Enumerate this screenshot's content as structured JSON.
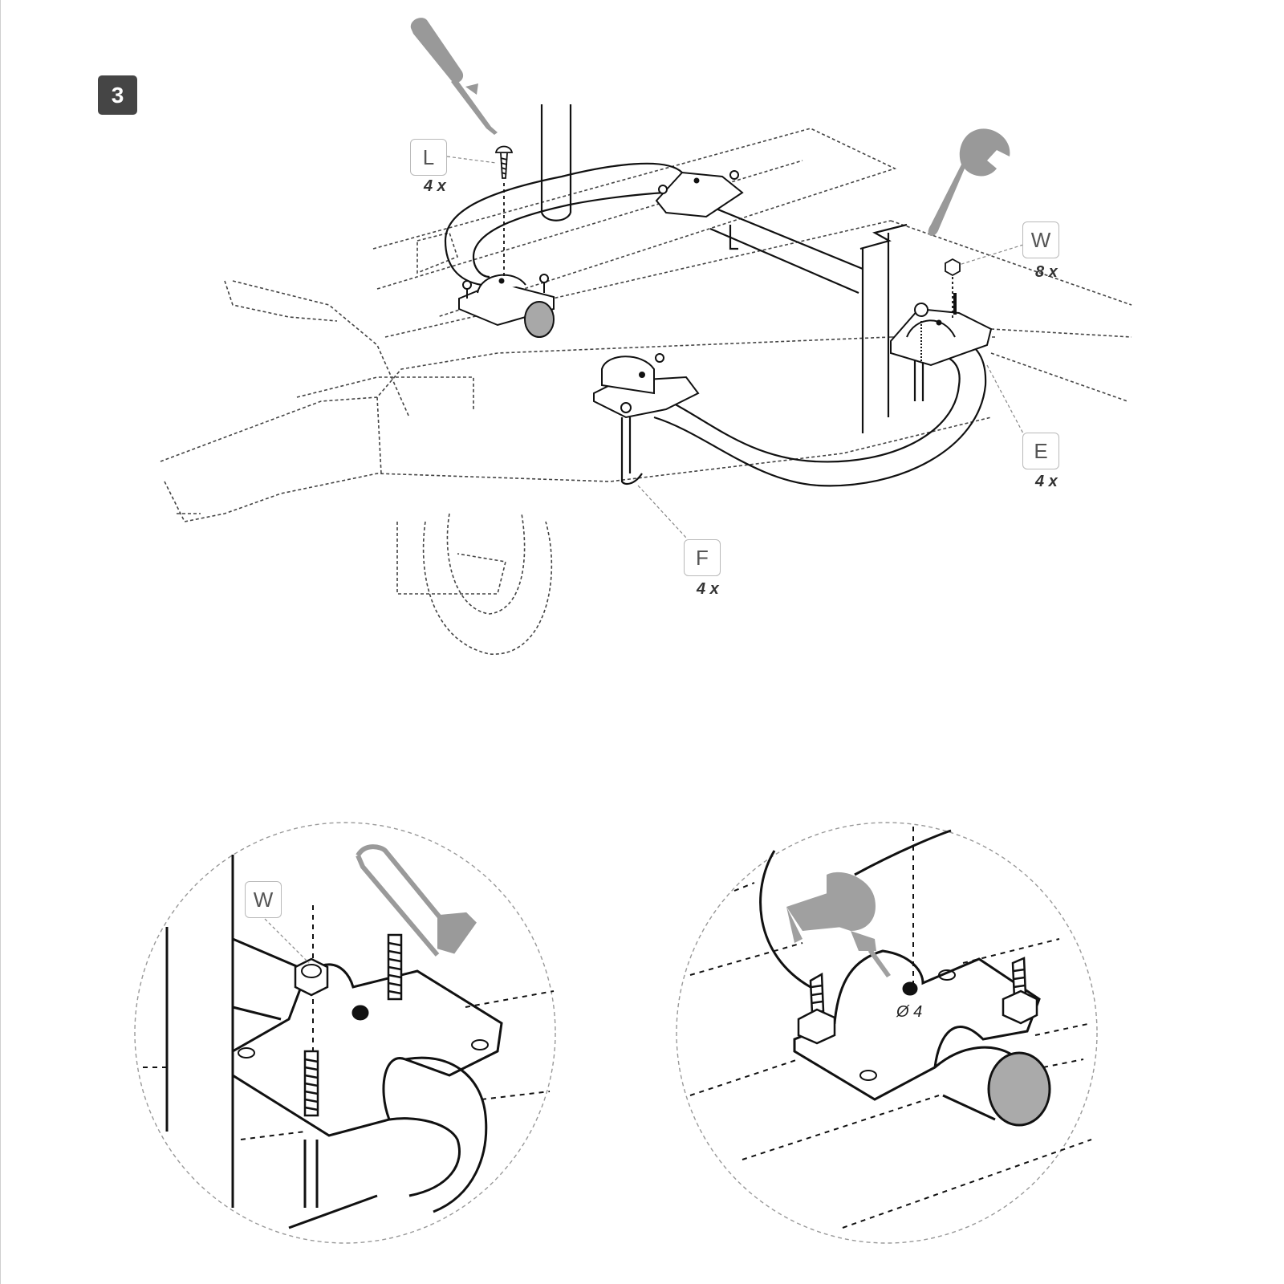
{
  "step": {
    "number": "3"
  },
  "parts": {
    "L": {
      "label": "L",
      "qty": "4 x"
    },
    "W": {
      "label": "W",
      "qty": "8 x"
    },
    "E": {
      "label": "E",
      "qty": "4 x"
    },
    "F": {
      "label": "F",
      "qty": "4 x"
    }
  },
  "detail_left": {
    "part_label": "W"
  },
  "detail_right": {
    "hole_dim": "Ø 4"
  },
  "tools": [
    "screwdriver-icon",
    "wrench-icon",
    "hacksaw-icon",
    "drill-icon"
  ],
  "colors": {
    "line": "#111111",
    "dashed": "#555555",
    "tool_gray": "#9a9a9a",
    "badge": "#454545",
    "label_border": "#b9b9b9"
  }
}
